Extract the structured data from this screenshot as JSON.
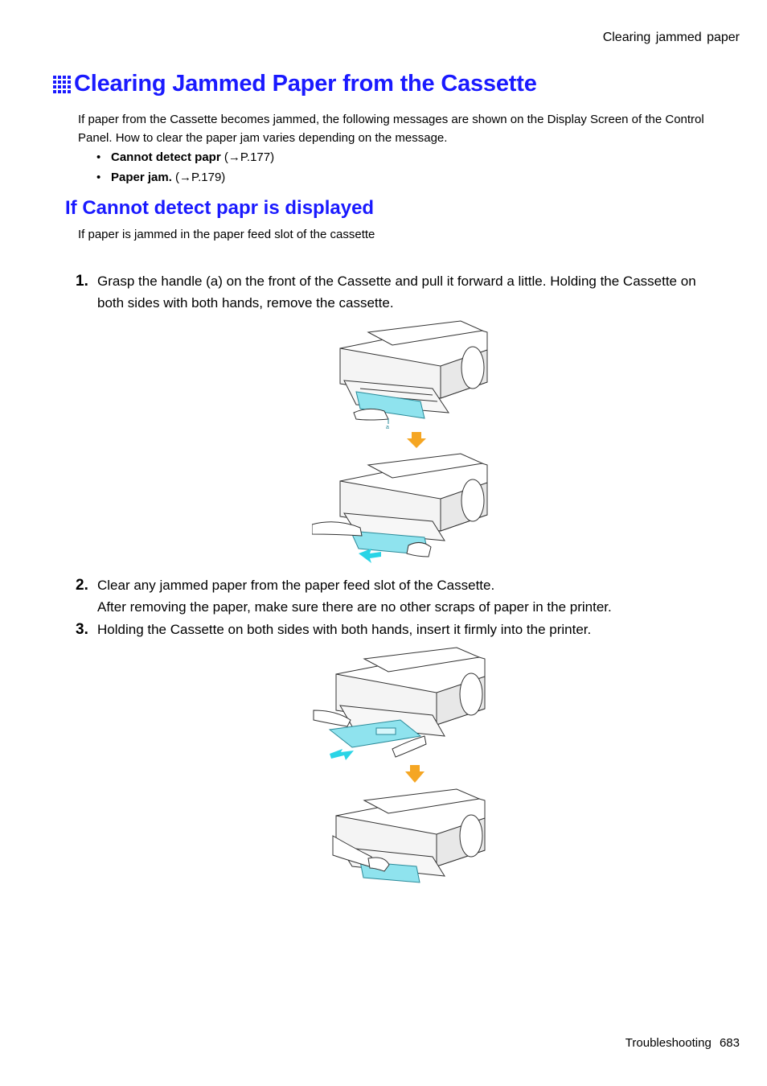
{
  "header": {
    "running_title": "Clearing jammed paper"
  },
  "section": {
    "title": "Clearing Jammed Paper from the Cassette",
    "intro": "If paper from the Cassette becomes jammed, the following messages are shown on the Display Screen of the Control Panel.  How to clear the paper jam varies depending on the message.",
    "bullets": [
      {
        "label": "Cannot detect papr",
        "ref": "(→P.177)"
      },
      {
        "label": "Paper jam.",
        "ref": " (→P.179)"
      }
    ]
  },
  "subsection": {
    "title": "If Cannot detect papr is displayed",
    "intro": "If paper is jammed in the paper feed slot of the cassette"
  },
  "steps": [
    {
      "num": "1.",
      "text": "Grasp the handle (a) on the front of the Cassette and pull it forward a little.  Holding the Cassette on both sides with both hands, remove the cassette."
    },
    {
      "num": "2.",
      "text": "Clear any jammed paper from the paper feed slot of the Cassette.",
      "note": "After removing the paper, make sure there are no other scraps of paper in the printer."
    },
    {
      "num": "3.",
      "text": "Holding the Cassette on both sides with both hands, insert it firmly into the printer."
    }
  ],
  "figure1": {
    "callout": "a"
  },
  "colors": {
    "heading": "#1a1aff",
    "arrow": "#f5a623",
    "cassette": "#8fe3ee"
  },
  "footer": {
    "section": "Troubleshooting",
    "page": "683"
  }
}
